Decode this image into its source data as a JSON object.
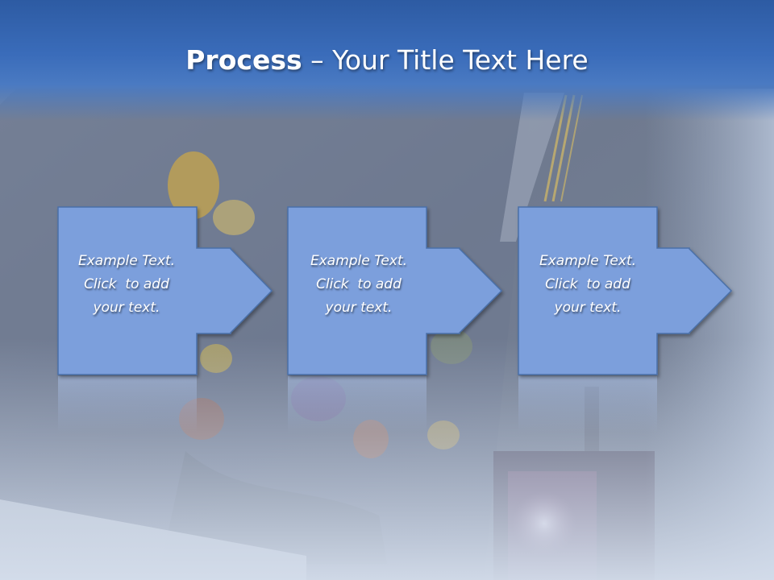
{
  "title": {
    "bold": "Process",
    "dash": " – ",
    "rest": "Your Title Text Here"
  },
  "steps": [
    {
      "lines": [
        "Example Text.",
        "Click  to add",
        "your text."
      ]
    },
    {
      "lines": [
        "Example Text.",
        "Click  to add",
        "your text."
      ]
    },
    {
      "lines": [
        "Example Text.",
        "Click  to add",
        "your text."
      ]
    }
  ],
  "colors": {
    "title_band": "#2d5ba3",
    "shape_fill": "#7b9fdc",
    "shape_stroke": "#4a6fa8",
    "title_text": "#ffffff"
  }
}
